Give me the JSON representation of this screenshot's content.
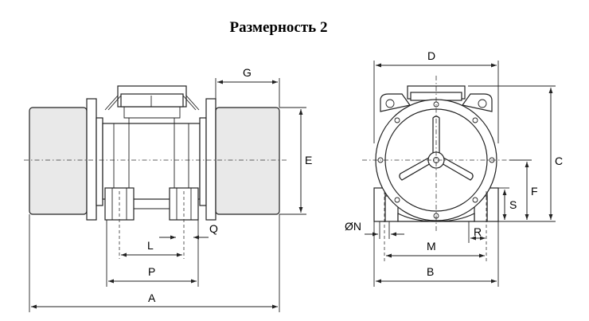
{
  "title": "Размерность 2",
  "labels": {
    "A": "A",
    "B": "B",
    "C": "C",
    "D": "D",
    "E": "E",
    "F": "F",
    "G": "G",
    "L": "L",
    "M": "M",
    "N": "ØN",
    "P": "P",
    "Q": "Q",
    "R": "R",
    "S": "S"
  }
}
